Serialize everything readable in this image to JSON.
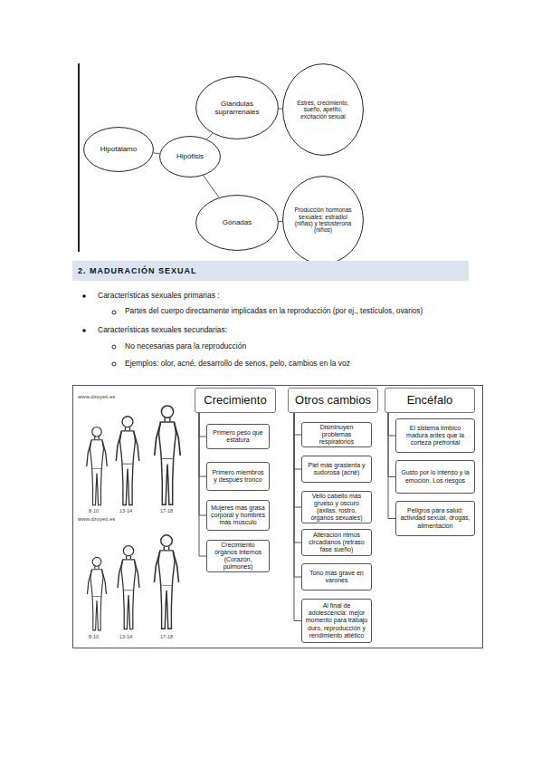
{
  "diagram": {
    "nodes": [
      {
        "text": [
          "Glándulas suprarrenales"
        ]
      },
      {
        "text": [
          "Estrés, crecimiento, sueño, apetito, excitación sexual"
        ]
      },
      {
        "text": [
          "Hipotálamo"
        ]
      },
      {
        "text": [
          "Hipófisis"
        ]
      },
      {
        "text": [
          "Gónadas"
        ]
      },
      {
        "text": [
          "Producción hormonas sexuales: estradiol (niñas) y testosterona (niños)"
        ]
      },
      {
        "text": [
          "2. MADURACIÓN SEXUAL"
        ]
      },
      {
        "text": [
          "Crecimiento"
        ]
      },
      {
        "text": [
          "Otros cambios"
        ]
      },
      {
        "text": [
          "Encéfalo"
        ]
      },
      {
        "text": [
          "Primero peso que estatura"
        ]
      },
      {
        "text": [
          "Primero miembros y después tronco"
        ]
      },
      {
        "text": [
          "Mujeres más grasa corporal y hombres más músculo"
        ]
      },
      {
        "text": [
          "Crecimiento órganos internos (Corazón, pulmones)"
        ]
      },
      {
        "text": [
          "Disminuyen problemas respiratorios"
        ]
      },
      {
        "text": [
          "Piel más grasienta y sudorosa (acné)"
        ]
      },
      {
        "text": [
          "Vello cabello más grueso y oscuro (axilas, rostro, órganos sexuales)"
        ]
      },
      {
        "text": [
          "Alteración ritmos circadianos (retraso fase sueño)"
        ]
      },
      {
        "text": [
          "Tono más grave en varones"
        ]
      },
      {
        "text": [
          "Al final de adolescencia: mejor momento para trabajo duro, reproducción y rendimiento atlético"
        ]
      },
      {
        "text": [
          "El sistema límbico madura antes que la corteza prefrontal"
        ]
      },
      {
        "text": [
          "Gusto por lo intenso y la emoción. Los riesgos"
        ]
      },
      {
        "text": [
          "Peligros para salud: actividad sexual, drogas, alimentación"
        ]
      }
    ],
    "edges": [
      {
        "from": 2,
        "to": 3,
        "arrow": "none"
      },
      {
        "from": 3,
        "to": 0,
        "arrow": "none"
      },
      {
        "from": 3,
        "to": 4,
        "arrow": "none"
      },
      {
        "from": 0,
        "to": 1,
        "arrow": "none"
      },
      {
        "from": 4,
        "to": 5,
        "arrow": "none"
      },
      {
        "from": 7,
        "to": 10,
        "arrow": "none"
      },
      {
        "from": 7,
        "to": 11,
        "arrow": "none"
      },
      {
        "from": 7,
        "to": 12,
        "arrow": "none"
      },
      {
        "from": 7,
        "to": 13,
        "arrow": "none"
      },
      {
        "from": 8,
        "to": 14,
        "arrow": "none"
      },
      {
        "from": 8,
        "to": 15,
        "arrow": "none"
      },
      {
        "from": 8,
        "to": 16,
        "arrow": "none"
      },
      {
        "from": 8,
        "to": 17,
        "arrow": "none"
      },
      {
        "from": 8,
        "to": 18,
        "arrow": "none"
      },
      {
        "from": 8,
        "to": 19,
        "arrow": "none"
      },
      {
        "from": 9,
        "to": 20,
        "arrow": "none"
      },
      {
        "from": 9,
        "to": 21,
        "arrow": "none"
      },
      {
        "from": 9,
        "to": 22,
        "arrow": "none"
      }
    ],
    "labels": [
      "Características sexuales primarias :",
      "Partes del cuerpo directamente implicadas en la reproducción (por ej., testículos, ovarios)",
      "Características sexuales secundarias:",
      "No necesarias para la reproducción",
      "Ejemplos: olor, acné, desarrollo de senos, pelo, cambios en la voz",
      "www.dzoyeti.es",
      "8-10",
      "13-14",
      "17-18",
      "www.dzoyeti.es",
      "8-10",
      "13-14",
      "17-18"
    ]
  }
}
